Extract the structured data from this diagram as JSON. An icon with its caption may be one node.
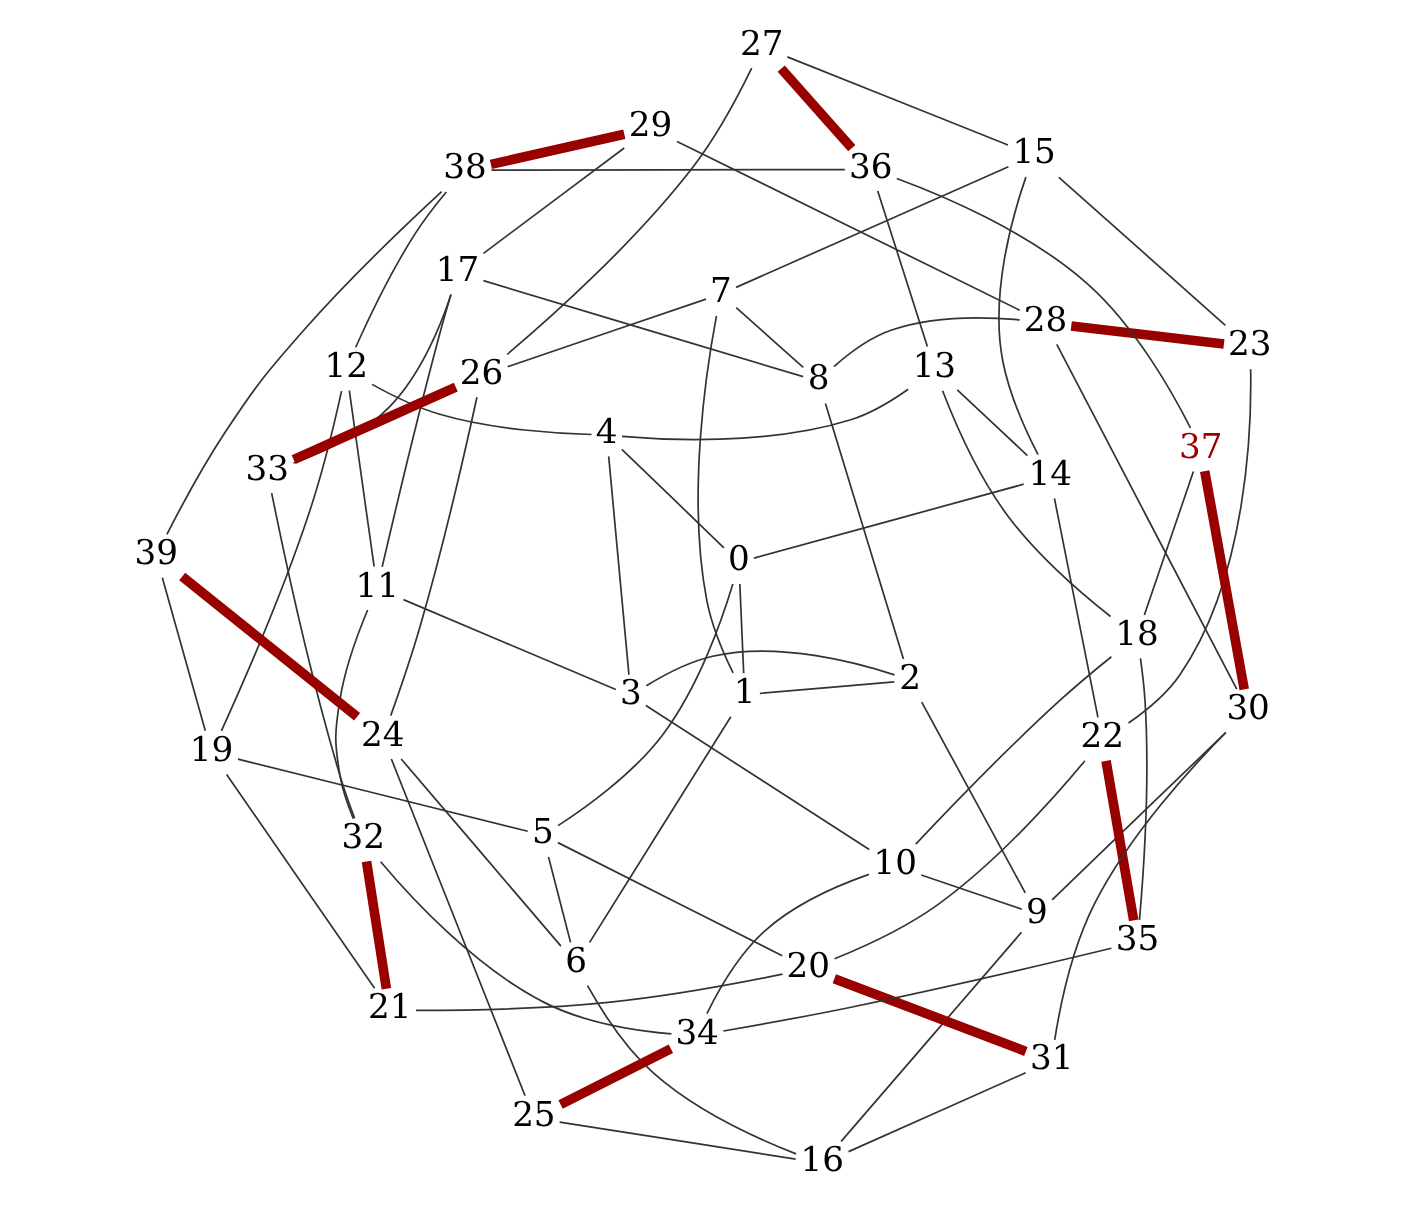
{
  "diagram": {
    "nodes": [
      {
        "text": [
          "0"
        ]
      },
      {
        "text": [
          "1"
        ]
      },
      {
        "text": [
          "2"
        ]
      },
      {
        "text": [
          "3"
        ]
      },
      {
        "text": [
          "4"
        ]
      },
      {
        "text": [
          "5"
        ]
      },
      {
        "text": [
          "6"
        ]
      },
      {
        "text": [
          "7"
        ]
      },
      {
        "text": [
          "8"
        ]
      },
      {
        "text": [
          "9"
        ]
      },
      {
        "text": [
          "10"
        ]
      },
      {
        "text": [
          "11"
        ]
      },
      {
        "text": [
          "12"
        ]
      },
      {
        "text": [
          "13"
        ]
      },
      {
        "text": [
          "14"
        ]
      },
      {
        "text": [
          "15"
        ]
      },
      {
        "text": [
          "16"
        ]
      },
      {
        "text": [
          "17"
        ]
      },
      {
        "text": [
          "18"
        ]
      },
      {
        "text": [
          "19"
        ]
      },
      {
        "text": [
          "20"
        ]
      },
      {
        "text": [
          "21"
        ]
      },
      {
        "text": [
          "22"
        ]
      },
      {
        "text": [
          "23"
        ]
      },
      {
        "text": [
          "24"
        ]
      },
      {
        "text": [
          "25"
        ]
      },
      {
        "text": [
          "26"
        ]
      },
      {
        "text": [
          "27"
        ]
      },
      {
        "text": [
          "28"
        ]
      },
      {
        "text": [
          "29"
        ]
      },
      {
        "text": [
          "30"
        ]
      },
      {
        "text": [
          "31"
        ]
      },
      {
        "text": [
          "32"
        ]
      },
      {
        "text": [
          "33"
        ]
      },
      {
        "text": [
          "34"
        ]
      },
      {
        "text": [
          "35"
        ]
      },
      {
        "text": [
          "36"
        ]
      },
      {
        "text": [
          "37"
        ]
      },
      {
        "text": [
          "38"
        ]
      },
      {
        "text": [
          "39"
        ]
      }
    ],
    "edges": [
      {
        "from": 0,
        "to": 1,
        "arrow": "none"
      },
      {
        "from": 1,
        "to": 2,
        "arrow": "none"
      },
      {
        "from": 2,
        "to": 3,
        "arrow": "none"
      },
      {
        "from": 3,
        "to": 4,
        "arrow": "none"
      },
      {
        "from": 4,
        "to": 0,
        "arrow": "none"
      },
      {
        "from": 0,
        "to": 5,
        "arrow": "none"
      },
      {
        "from": 0,
        "to": 14,
        "arrow": "none"
      },
      {
        "from": 1,
        "to": 6,
        "arrow": "none"
      },
      {
        "from": 1,
        "to": 7,
        "arrow": "none"
      },
      {
        "from": 2,
        "to": 8,
        "arrow": "none"
      },
      {
        "from": 2,
        "to": 9,
        "arrow": "none"
      },
      {
        "from": 3,
        "to": 10,
        "arrow": "none"
      },
      {
        "from": 3,
        "to": 11,
        "arrow": "none"
      },
      {
        "from": 4,
        "to": 12,
        "arrow": "none"
      },
      {
        "from": 4,
        "to": 13,
        "arrow": "none"
      },
      {
        "from": 5,
        "to": 6,
        "arrow": "none"
      },
      {
        "from": 7,
        "to": 8,
        "arrow": "none"
      },
      {
        "from": 9,
        "to": 10,
        "arrow": "none"
      },
      {
        "from": 11,
        "to": 12,
        "arrow": "none"
      },
      {
        "from": 13,
        "to": 14,
        "arrow": "none"
      },
      {
        "from": 14,
        "to": 15,
        "arrow": "none"
      },
      {
        "from": 7,
        "to": 15,
        "arrow": "none"
      },
      {
        "from": 6,
        "to": 16,
        "arrow": "none"
      },
      {
        "from": 9,
        "to": 16,
        "arrow": "none"
      },
      {
        "from": 8,
        "to": 17,
        "arrow": "none"
      },
      {
        "from": 11,
        "to": 17,
        "arrow": "none"
      },
      {
        "from": 10,
        "to": 18,
        "arrow": "none"
      },
      {
        "from": 13,
        "to": 18,
        "arrow": "none"
      },
      {
        "from": 5,
        "to": 19,
        "arrow": "none"
      },
      {
        "from": 12,
        "to": 19,
        "arrow": "none"
      },
      {
        "from": 5,
        "to": 20,
        "arrow": "none"
      },
      {
        "from": 14,
        "to": 22,
        "arrow": "none"
      },
      {
        "from": 6,
        "to": 24,
        "arrow": "none"
      },
      {
        "from": 7,
        "to": 26,
        "arrow": "none"
      },
      {
        "from": 8,
        "to": 28,
        "arrow": "none"
      },
      {
        "from": 9,
        "to": 30,
        "arrow": "none"
      },
      {
        "from": 11,
        "to": 32,
        "arrow": "none"
      },
      {
        "from": 10,
        "to": 34,
        "arrow": "none"
      },
      {
        "from": 13,
        "to": 36,
        "arrow": "none"
      },
      {
        "from": 12,
        "to": 38,
        "arrow": "none"
      },
      {
        "from": 20,
        "to": 22,
        "arrow": "none"
      },
      {
        "from": 24,
        "to": 26,
        "arrow": "none"
      },
      {
        "from": 28,
        "to": 30,
        "arrow": "none"
      },
      {
        "from": 32,
        "to": 34,
        "arrow": "none"
      },
      {
        "from": 36,
        "to": 38,
        "arrow": "none"
      },
      {
        "from": 20,
        "to": 21,
        "arrow": "none"
      },
      {
        "from": 22,
        "to": 23,
        "arrow": "none"
      },
      {
        "from": 24,
        "to": 25,
        "arrow": "none"
      },
      {
        "from": 26,
        "to": 27,
        "arrow": "none"
      },
      {
        "from": 28,
        "to": 29,
        "arrow": "none"
      },
      {
        "from": 30,
        "to": 31,
        "arrow": "none"
      },
      {
        "from": 32,
        "to": 33,
        "arrow": "none"
      },
      {
        "from": 34,
        "to": 35,
        "arrow": "none"
      },
      {
        "from": 36,
        "to": 37,
        "arrow": "none"
      },
      {
        "from": 38,
        "to": 39,
        "arrow": "none"
      },
      {
        "from": 19,
        "to": 21,
        "arrow": "none"
      },
      {
        "from": 15,
        "to": 23,
        "arrow": "none"
      },
      {
        "from": 16,
        "to": 25,
        "arrow": "none"
      },
      {
        "from": 15,
        "to": 27,
        "arrow": "none"
      },
      {
        "from": 17,
        "to": 29,
        "arrow": "none"
      },
      {
        "from": 16,
        "to": 31,
        "arrow": "none"
      },
      {
        "from": 17,
        "to": 33,
        "arrow": "none"
      },
      {
        "from": 18,
        "to": 35,
        "arrow": "none"
      },
      {
        "from": 18,
        "to": 37,
        "arrow": "none"
      },
      {
        "from": 19,
        "to": 39,
        "arrow": "none"
      },
      {
        "from": 21,
        "to": 32,
        "arrow": "none",
        "style": "thick",
        "color": "#990000"
      },
      {
        "from": 23,
        "to": 28,
        "arrow": "none",
        "style": "thick",
        "color": "#990000"
      },
      {
        "from": 39,
        "to": 24,
        "arrow": "none",
        "style": "thick",
        "color": "#990000"
      },
      {
        "from": 22,
        "to": 35,
        "arrow": "none",
        "style": "thick",
        "color": "#990000"
      },
      {
        "from": 20,
        "to": 31,
        "arrow": "none",
        "style": "thick",
        "color": "#990000"
      },
      {
        "from": 36,
        "to": 27,
        "arrow": "none",
        "style": "thick",
        "color": "#990000"
      },
      {
        "from": 37,
        "to": 30,
        "arrow": "none",
        "style": "thick",
        "color": "#990000"
      },
      {
        "from": 38,
        "to": 29,
        "arrow": "none",
        "style": "thick",
        "color": "#990000"
      },
      {
        "from": 34,
        "to": 25,
        "arrow": "none",
        "style": "thick",
        "color": "#990000"
      },
      {
        "from": 33,
        "to": 26,
        "arrow": "none",
        "style": "thick",
        "color": "#990000"
      }
    ]
  }
}
